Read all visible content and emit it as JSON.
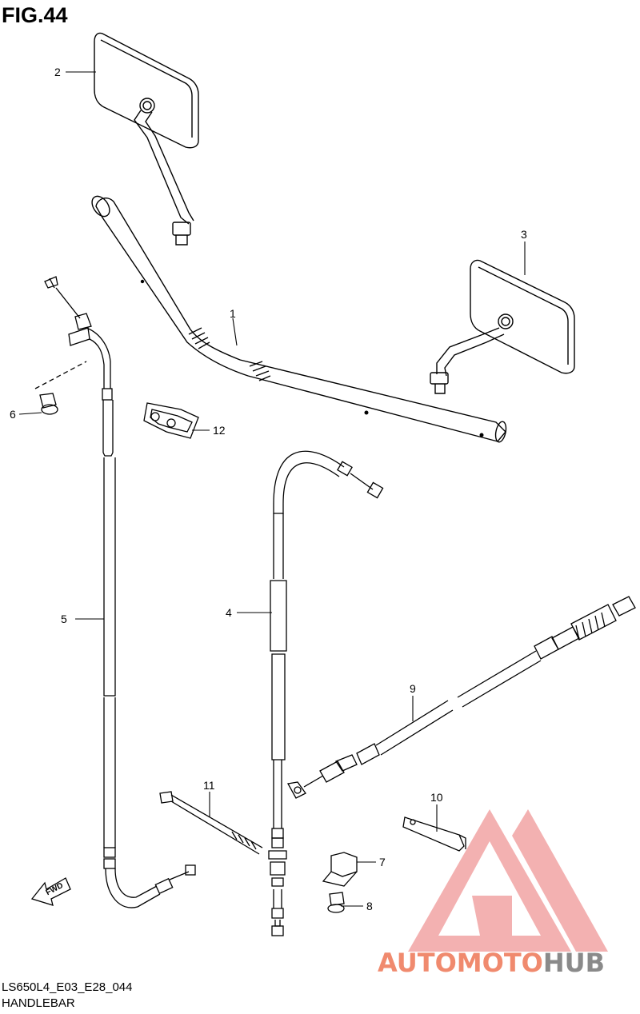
{
  "figure": {
    "title": "FIG.44"
  },
  "caption": {
    "code": "LS650L4_E03_E28_044",
    "name": "HANDLEBAR"
  },
  "callouts": [
    "1",
    "2",
    "3",
    "4",
    "5",
    "6",
    "7",
    "8",
    "9",
    "10",
    "11",
    "12"
  ],
  "fwd_label": "FWD",
  "watermark": {
    "part1": "AUTOMOTO",
    "part2": "HUB",
    "color_primary": "#f08a6e",
    "color_secondary": "#8a8a8a",
    "triangle_color": "#f2a4a4"
  },
  "colors": {
    "line": "#000000",
    "background": "#ffffff"
  }
}
